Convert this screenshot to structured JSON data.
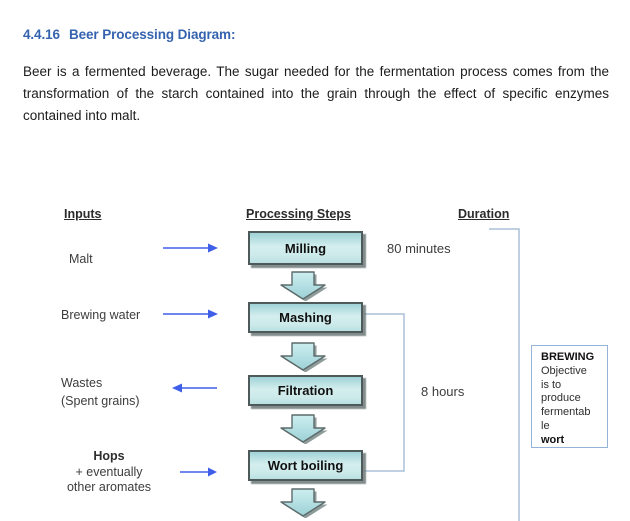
{
  "page": {
    "heading_number": "4.4.16",
    "heading_title": "Beer Processing Diagram:",
    "paragraph": "Beer is a fermented beverage. The sugar needed for the fermentation process comes from the transformation of the starch contained into the grain through the effect of specific enzymes contained into malt."
  },
  "diagram": {
    "headers": {
      "inputs": "Inputs",
      "steps": "Processing Steps",
      "duration": "Duration"
    },
    "inputs": {
      "malt": "Malt",
      "brewing_water": "Brewing water",
      "wastes": {
        "line1": "Wastes",
        "line2": "(Spent grains)"
      },
      "hops": {
        "line1": "Hops",
        "line2": "+ eventually",
        "line3": "other aromates"
      }
    },
    "steps": {
      "milling": "Milling",
      "mashing": "Mashing",
      "filtration": "Filtration",
      "wort_boiling": "Wort boiling"
    },
    "durations": {
      "milling": "80 minutes",
      "brewing": "8 hours"
    },
    "note": {
      "title": "BREWING",
      "line2": "Objective",
      "line3": "is to",
      "line4": "produce",
      "line5": "fermentab",
      "line6": "le",
      "line7": "wort"
    },
    "colors": {
      "heading_blue": "#3563af",
      "arrow_blue": "#3f5fe8",
      "box_fill_top": "#9fd3d7",
      "box_fill_bottom": "#b9e0e2",
      "box_border": "#4e5a5a",
      "connector_blue": "#a8c0d8",
      "note_border": "#95b3d7"
    }
  }
}
